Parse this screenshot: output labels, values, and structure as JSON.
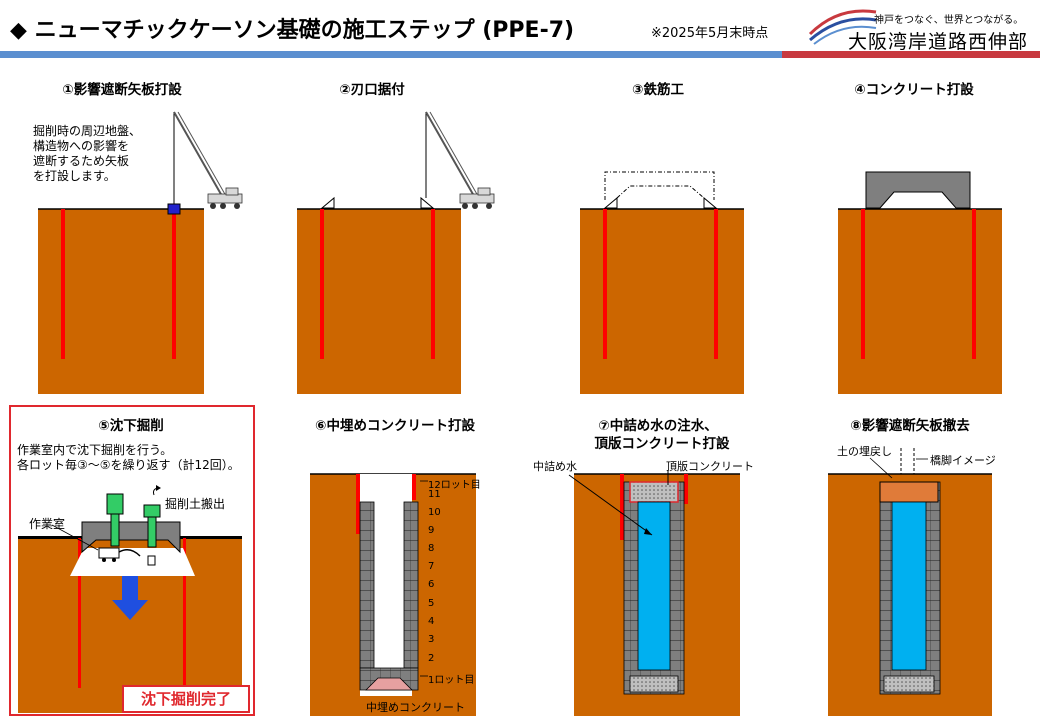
{
  "header": {
    "title": "◆ ニューマチックケーソン基礎の施工ステップ (PPE-7)",
    "as_of": "※2025年5月末時点",
    "logo_tagline": "神戸をつなぐ、世界とつながる。",
    "logo_name": "大阪湾岸道路西伸部"
  },
  "steps": [
    {
      "title": "①影響遮断矢板打設",
      "note": [
        "掘削時の周辺地盤、",
        "構造物への影響を",
        "遮断するため矢板",
        "を打設します。"
      ]
    },
    {
      "title": "②刃口据付"
    },
    {
      "title": "③鉄筋工"
    },
    {
      "title": "④コンクリート打設"
    },
    {
      "title": "⑤沈下掘削",
      "note": [
        "作業室内で沈下掘削を行う。",
        "各ロット毎③～⑤を繰り返す（計12回）。"
      ],
      "labels": {
        "chamber": "作業室",
        "soil_out": "掘削土搬出"
      },
      "badge": "沈下掘削完了"
    },
    {
      "title": "⑥中埋めコンクリート打設",
      "lots": [
        "12ロット目",
        "11",
        "10",
        "9",
        "8",
        "7",
        "6",
        "5",
        "4",
        "3",
        "2",
        "1ロット目"
      ],
      "labels": {
        "fill": "中埋めコンクリート"
      }
    },
    {
      "title": [
        "⑦中詰め水の注水、",
        "頂版コンクリート打設"
      ],
      "labels": {
        "water": "中詰め水",
        "top_slab": "頂版コンクリート"
      }
    },
    {
      "title": "⑧影響遮断矢板撤去",
      "labels": {
        "backfill": "土の埋戻し",
        "pier": "橋脚イメージ"
      }
    }
  ],
  "colors": {
    "soil": "#cc6600",
    "sheet_pile": "#ff0000",
    "concrete": "#7f7f7f",
    "water": "#00b0f0",
    "arrow": "#1f4fe0",
    "equipment": "#33cc66",
    "highlight": "#e0282e",
    "bar_blue": "#5b8fd0",
    "bar_red": "#c8393f",
    "fill_concrete": "#e6a0a0",
    "backfill": "#e07b39"
  }
}
